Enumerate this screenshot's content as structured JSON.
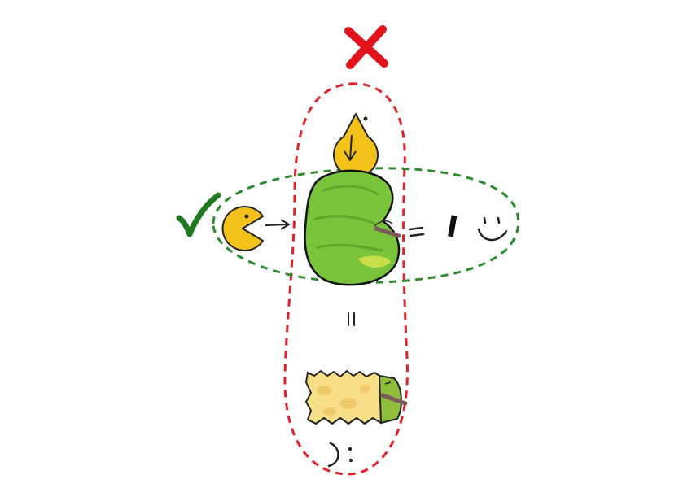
{
  "result_good": {
    "text": "I",
    "emoji": "smile"
  },
  "result_bad": {
    "emoji": "sad"
  },
  "marks": {
    "correct": "green-check",
    "wrong": "red-x"
  },
  "colors": {
    "green_outline": "#2e8b2e",
    "red_outline": "#e0222a",
    "check": "#1f7a1f",
    "cross": "#e3131b",
    "pacman": "#f2c21a",
    "apple": "#79c43a",
    "apple_highlight": "#c9df4a",
    "core": "#f6df86",
    "stem": "#7a5a5a"
  },
  "icons": [
    "pacman-icon",
    "apple-icon",
    "apple-core-icon",
    "smiley-icon",
    "sad-face-icon",
    "check-mark-icon",
    "cross-mark-icon",
    "arrow-icon",
    "equals-icon"
  ]
}
